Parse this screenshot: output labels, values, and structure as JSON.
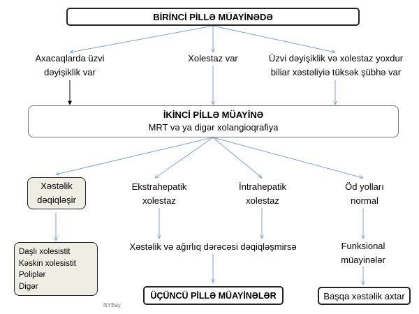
{
  "stage1": {
    "title": "BİRİNCİ PİLLƏ MÜAYİNƏDƏ"
  },
  "branches": {
    "left": [
      "Axacaqlarda üzvi",
      "dəyişiklik var"
    ],
    "middle": "Xolestaz var",
    "right": [
      "Üzvi dəyişiklik  və xolestaz yoxdur",
      "biliar xəstəliyiə tüksək şübhə var"
    ]
  },
  "stage2": {
    "title": "İKİNCİ PİLLƏ MÜAYİNƏ",
    "subtitle": "MRT və ya digər xolangioqrafiya"
  },
  "outcomes": {
    "confirmed": [
      "Xəstəlik",
      "dəqiqləşir"
    ],
    "extrahepatic": [
      "Ekstrahepatik",
      "xolestaz"
    ],
    "intrahepatic": [
      "İntrahepatik",
      "xolestaz"
    ],
    "normal": [
      "Öd yolları",
      "normal"
    ]
  },
  "diseases": [
    "Daşlı xolesistit",
    "Kəskin xolesistit",
    "Poliplər",
    "Digər"
  ],
  "unclear": "Xəstəlik və ağırlıq dərəcəsi dəqiqləşmirsə",
  "functional": [
    "Funksional",
    "müayinələr"
  ],
  "stage3": {
    "title": "ÜÇÜNCÜ PİLLƏ MÜAYİNƏLƏR"
  },
  "other": "Başqa xəstəlik axtar",
  "watermark": "NYBay",
  "colors": {
    "arrow": "#7f9fd3",
    "dark_arrow": "#000000",
    "highlight_box": "#eeeee4",
    "border": "#222222"
  }
}
